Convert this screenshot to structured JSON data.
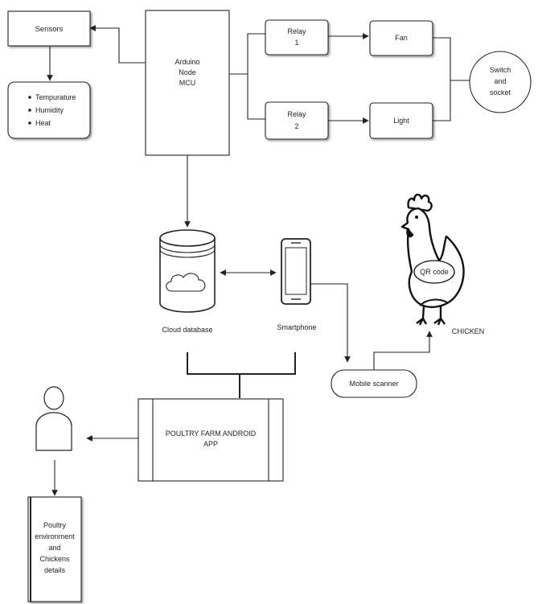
{
  "sensors": {
    "title": "Sensors",
    "items": [
      "Tempurature",
      "Humidity",
      "Heat"
    ]
  },
  "mcu": {
    "line1": "Arduino",
    "line2": "Node",
    "line3": "MCU"
  },
  "relay1": {
    "line1": "Relay",
    "line2": "1"
  },
  "relay2": {
    "line1": "Relay",
    "line2": "2"
  },
  "fan": {
    "label": "Fan"
  },
  "light": {
    "label": "Light"
  },
  "switch": {
    "line1": "Switch",
    "line2": "and",
    "line3": "socket"
  },
  "cloud": {
    "label": "Cloud database"
  },
  "smartphone": {
    "label": "Smartphone"
  },
  "chicken": {
    "label": "CHICKEN",
    "tag": "QR code"
  },
  "scanner": {
    "label": "Mobile scanner"
  },
  "app": {
    "line1": "POULTRY FARM ANDROID",
    "line2": "APP"
  },
  "output": {
    "line1": "Poultry",
    "line2": "environment",
    "line3": "and",
    "line4": "Chickens",
    "line5": "details"
  }
}
